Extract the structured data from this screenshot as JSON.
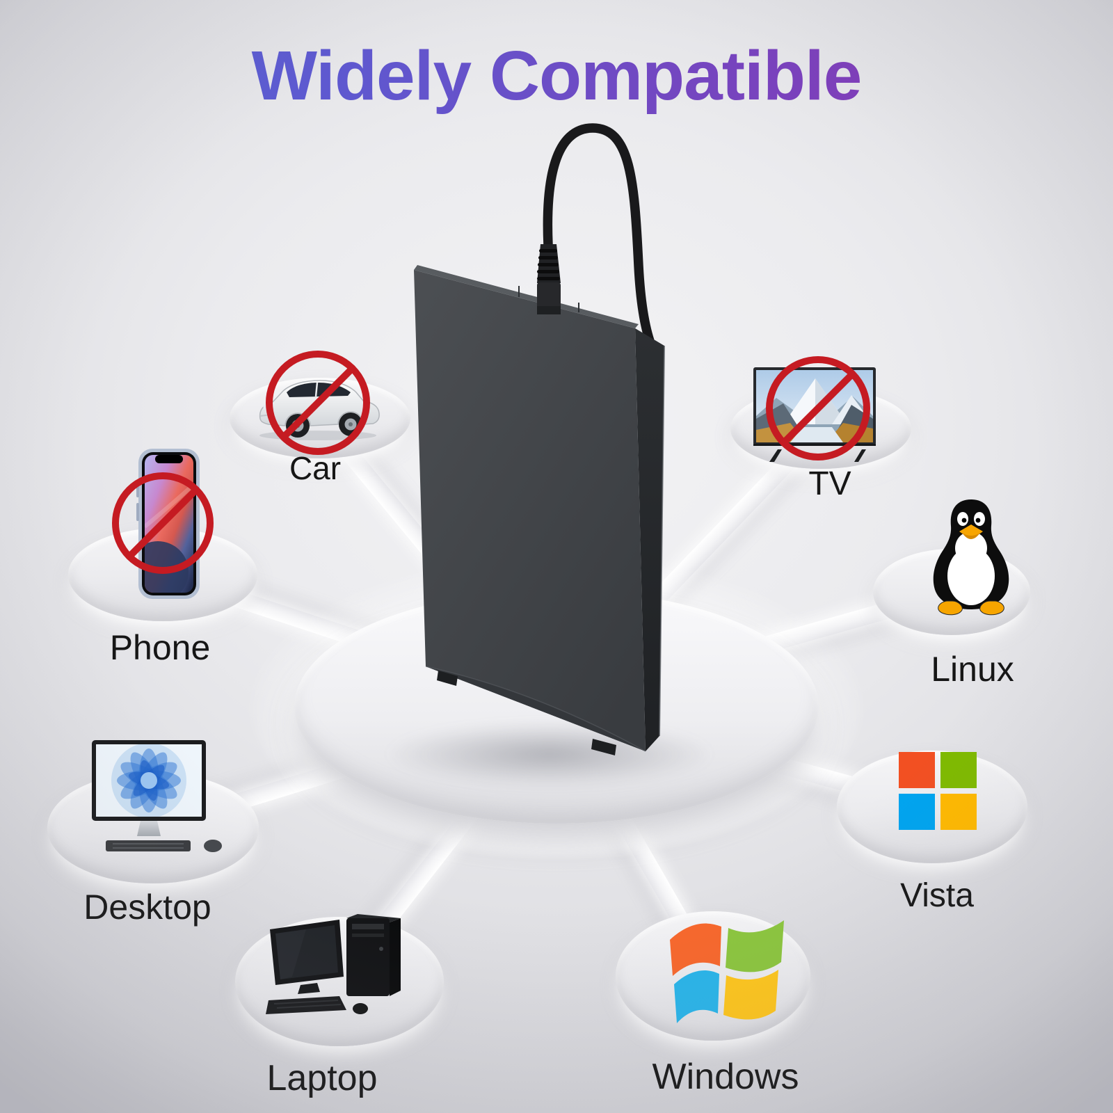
{
  "title": {
    "text": "Widely Compatible",
    "gradient_from": "#5363d6",
    "gradient_to": "#8d32b0"
  },
  "center": {
    "device": "external-floppy-disk-drive",
    "cable": "usb-cable",
    "platform": "round-white-stage"
  },
  "items": [
    {
      "label": "Car",
      "icon": "car-icon",
      "prohibited": true
    },
    {
      "label": "TV",
      "icon": "tv-icon",
      "prohibited": true
    },
    {
      "label": "Phone",
      "icon": "phone-icon",
      "prohibited": true
    },
    {
      "label": "Linux",
      "icon": "linux-tux-icon",
      "prohibited": false
    },
    {
      "label": "Desktop",
      "icon": "desktop-computer-icon",
      "prohibited": false
    },
    {
      "label": "Vista",
      "icon": "microsoft-logo-icon",
      "prohibited": false
    },
    {
      "label": "Laptop",
      "icon": "desktop-pc-tower-icon",
      "prohibited": false
    },
    {
      "label": "Windows",
      "icon": "windows-flag-icon",
      "prohibited": false
    }
  ],
  "colors": {
    "prohibition_red": "#c51b22",
    "microsoft_logo": [
      "#F25022",
      "#7FBA00",
      "#00A4EF",
      "#FFB900"
    ],
    "windows_flag": [
      "#F8682C",
      "#8CC63E",
      "#29B5EA",
      "#FFC61C"
    ],
    "device_body": "#3f4246",
    "background": "#e9e9ec"
  }
}
